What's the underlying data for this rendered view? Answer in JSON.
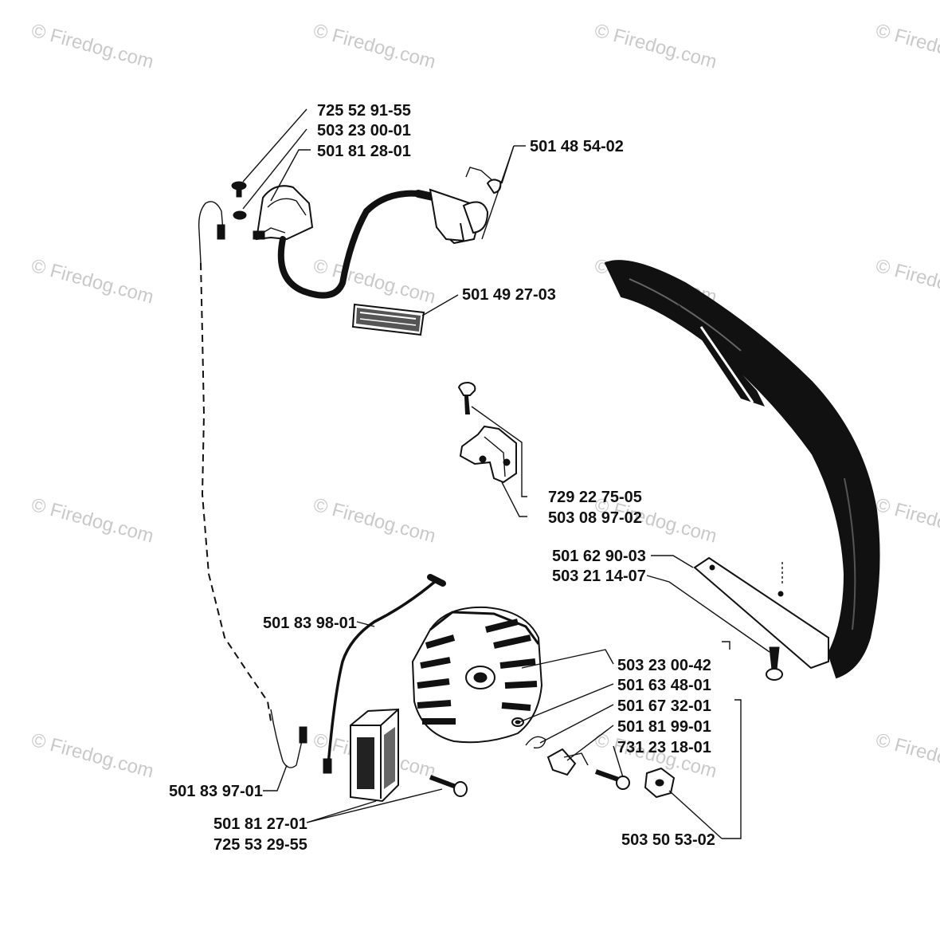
{
  "watermark": "© Firedog.com",
  "labels": {
    "p1": "725 52 91-55",
    "p2": "503 23 00-01",
    "p3": "501 81 28-01",
    "p4": "501 48 54-02",
    "p5": "501 49 27-03",
    "p6": "729 22 75-05",
    "p7": "503 08 97-02",
    "p8": "501 62 90-03",
    "p9": "503 21 14-07",
    "p10": "501 83 98-01",
    "p11": "503 23 00-42",
    "p12": "501 63 48-01",
    "p13": "501 67 32-01",
    "p14": "501 81 99-01",
    "p15": "731 23 18-01",
    "p16": "501 83 97-01",
    "p17": "501 81 27-01",
    "p18": "725 53 29-55",
    "p19": "503 50 53-02"
  }
}
